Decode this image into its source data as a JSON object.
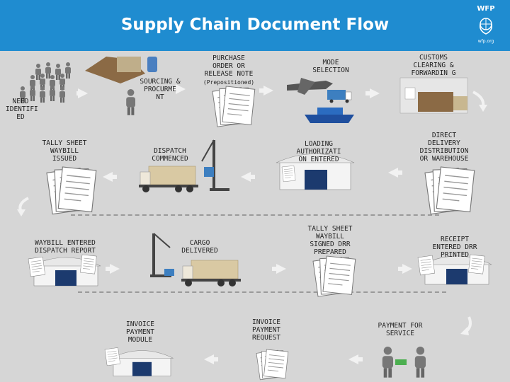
{
  "header": {
    "title": "Supply Chain Document Flow",
    "bg_color": "#1f8cd0"
  },
  "logo": {
    "name": "WFP",
    "url": "wfp.org",
    "icon": "wfp-emblem-icon"
  },
  "steps": {
    "need_identified": "NEED IDENTIFI ED",
    "sourcing": "SOURCING & PROCURME NT",
    "purchase_order": "PURCHASE ORDER or RELEASE NOTE",
    "prepositioned": "(Prepositioned)",
    "mode_selection": "MODE SELECTION",
    "customs": "CUSTOMS CLEARING & FORWARDIN G",
    "direct_delivery": "DIRECT DELIVERY DISTRIBUTION or WAREHOUSE",
    "loading_authorization": "LOADING AUTHORIZATI ON ENTERED",
    "dispatch_commenced": "DISPATCH COMMENCED",
    "tally_sheet_issued": "TALLY SHEET WAYBILL ISSUED",
    "waybill_entered": "WAYBILL ENTERED DISPATCH REPORT",
    "cargo_delivered": "CARGO DELIVERED",
    "tally_sheet_signed": "TALLY SHEET WAYBILL SIGNED DRR PREPARED",
    "receipt_entered": "RECEIPT ENTERED DRR PRINTED",
    "payment_for_service": "PAYMENT FOR SERVICE",
    "invoice_payment_request": "INVOICE PAYMENT REQUEST",
    "invoice_payment_module": "INVOICE PAYMENT MODULE"
  },
  "colors": {
    "arrow": "#f2f2f2",
    "separator": "#9a9a9a",
    "warehouse_roof": "#1c3a6e",
    "truck": "#d9c9a3"
  }
}
